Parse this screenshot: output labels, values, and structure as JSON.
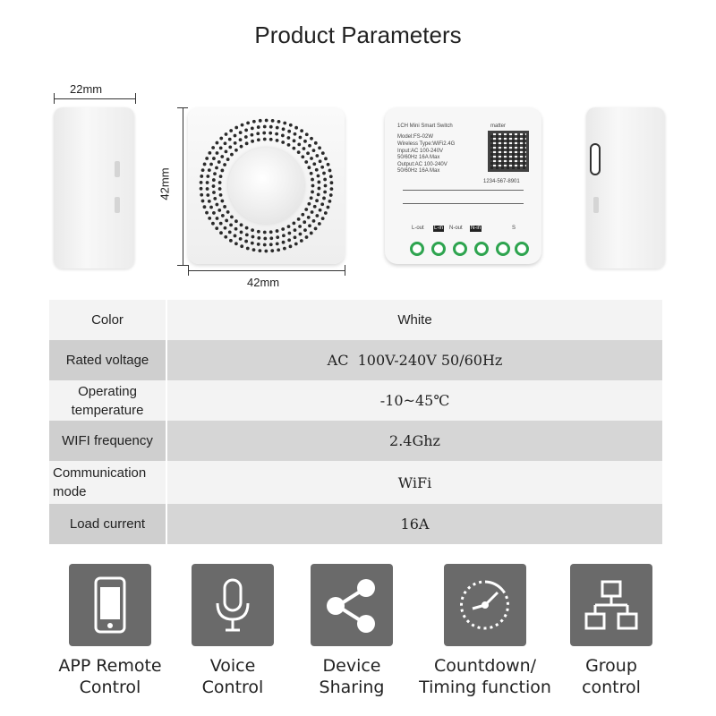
{
  "title": "Product Parameters",
  "dimensions": {
    "depth": "22mm",
    "height": "42mm",
    "width": "42mm"
  },
  "device_label": {
    "name": "1CH Mini Smart Switch",
    "brand": "matter",
    "model": "Model:FS-02W",
    "wireless": "Wireless Type:WiFi2.4G",
    "input": "Input:AC 100-240V",
    "input2": "50/60Hz 16A Max",
    "output": "Output:AC 100-240V",
    "output2": "50/60Hz 16A Max",
    "code": "1234-567-8901",
    "terminals": [
      "L-out",
      "L-in",
      "N-out",
      "N-in",
      "S"
    ]
  },
  "specs": [
    {
      "label": "Color",
      "value": "White"
    },
    {
      "label": "Rated voltage",
      "value": "AC  100V-240V 50/60Hz"
    },
    {
      "label": "Operating temperature",
      "value": "-10~45℃"
    },
    {
      "label": "WIFI frequency",
      "value": "2.4Ghz"
    },
    {
      "label": "Communication mode",
      "value": "WiFi"
    },
    {
      "label": "Load current",
      "value": "16A"
    }
  ],
  "features": [
    {
      "icon": "phone-icon",
      "line1": "APP Remote",
      "line2": "Control"
    },
    {
      "icon": "microphone-icon",
      "line1": "Voice",
      "line2": "Control"
    },
    {
      "icon": "share-icon",
      "line1": "Device",
      "line2": "Sharing"
    },
    {
      "icon": "timer-icon",
      "line1": "Countdown/",
      "line2": "Timing function"
    },
    {
      "icon": "network-icon",
      "line1": "Group",
      "line2": "control"
    }
  ],
  "colors": {
    "tile": "#6a6a6a",
    "row_light": "#f3f3f3",
    "row_dark": "#d6d6d6",
    "terminal": "#2ea44f"
  }
}
